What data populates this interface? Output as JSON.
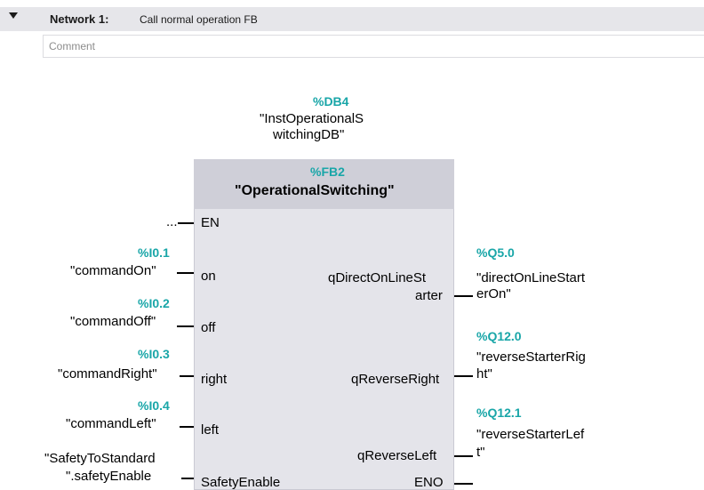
{
  "network": {
    "title": "Network 1:",
    "description": "Call normal operation FB",
    "comment_placeholder": "Comment"
  },
  "instance_db": {
    "address": "%DB4",
    "name_line1": "\"InstOperationalS",
    "name_line2": "witchingDB\""
  },
  "fb": {
    "address": "%FB2",
    "name": "\"OperationalSwitching\""
  },
  "inputs": [
    {
      "pin": "EN",
      "operand": "...",
      "address": ""
    },
    {
      "pin": "on",
      "operand": "\"commandOn\"",
      "address": "%I0.1"
    },
    {
      "pin": "off",
      "operand": "\"commandOff\"",
      "address": "%I0.2"
    },
    {
      "pin": "right",
      "operand": "\"commandRight\"",
      "address": "%I0.3"
    },
    {
      "pin": "left",
      "operand": "\"commandLeft\"",
      "address": "%I0.4"
    },
    {
      "pin": "SafetyEnable",
      "operand_line1": "\"SafetyToStandard",
      "operand_line2": "\".safetyEnable",
      "address": ""
    }
  ],
  "outputs": [
    {
      "pin_line1": "qDirectOnLineSt",
      "pin_line2": "arter",
      "address": "%Q5.0",
      "operand_line1": "\"directOnLineStart",
      "operand_line2": "erOn\""
    },
    {
      "pin": "qReverseRight",
      "address": "%Q12.0",
      "operand_line1": "\"reverseStarterRig",
      "operand_line2": "ht\""
    },
    {
      "pin": "qReverseLeft",
      "address": "%Q12.1",
      "operand_line1": "\"reverseStarterLef",
      "operand_line2": "t\""
    },
    {
      "pin": "ENO"
    }
  ],
  "colors": {
    "address": "#19a6a8",
    "header_bg": "#e6e6ea",
    "block_bg": "#e4e4ea",
    "block_header_bg": "#cfcfd8"
  }
}
